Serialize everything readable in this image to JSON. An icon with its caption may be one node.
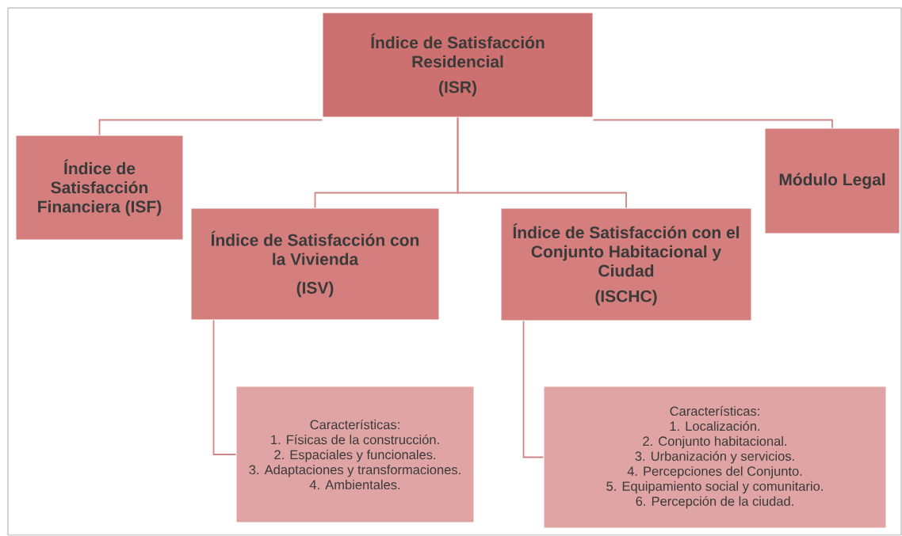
{
  "diagram": {
    "nodes": [
      {
        "text": [
          "Índice de Satisfacción Residencial",
          "(ISR)"
        ]
      },
      {
        "text": [
          "Índice de Satisfacción Financiera (ISF)"
        ]
      },
      {
        "text": [
          "Índice de Satisfacción con la Vivienda",
          "(ISV)"
        ]
      },
      {
        "text": [
          "Índice de Satisfacción con el Conjunto Habitacional y Ciudad",
          "(ISCHC)"
        ]
      },
      {
        "text": [
          "Módulo Legal"
        ]
      },
      {
        "text": [
          "Características:",
          "1. Físicas de la construcción.",
          "2. Espaciales y funcionales.",
          "3. Adaptaciones y transformaciones.",
          "4. Ambientales."
        ]
      },
      {
        "text": [
          "Características:",
          "1. Localización.",
          "2. Conjunto habitacional.",
          "3. Urbanización y servicios.",
          "4. Percepciones del Conjunto.",
          "5. Equipamiento social y comunitario.",
          "6. Percepción de la ciudad."
        ]
      }
    ],
    "edges": [
      {
        "from": 0,
        "to": 1,
        "arrow": "none"
      },
      {
        "from": 0,
        "to": 2,
        "arrow": "none"
      },
      {
        "from": 0,
        "to": 3,
        "arrow": "none"
      },
      {
        "from": 0,
        "to": 4,
        "arrow": "none"
      },
      {
        "from": 2,
        "to": 5,
        "arrow": "none"
      },
      {
        "from": 3,
        "to": 6,
        "arrow": "none"
      }
    ]
  }
}
